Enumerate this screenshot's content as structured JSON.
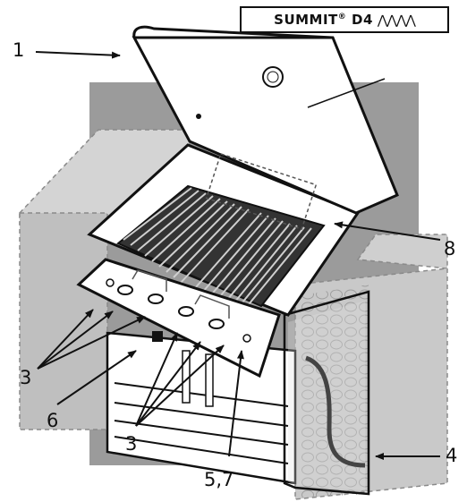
{
  "badge": {
    "brand": "SUMMIT",
    "registered": "®",
    "model": "D4",
    "flames": "⋀⋀⋀⋀",
    "flame_count": 4
  },
  "callouts": [
    {
      "id": "c1",
      "text": "1"
    },
    {
      "id": "c8",
      "text": "8"
    },
    {
      "id": "c3a",
      "text": "3"
    },
    {
      "id": "c6",
      "text": "6"
    },
    {
      "id": "c3b",
      "text": "3"
    },
    {
      "id": "c57",
      "text": "5,7"
    },
    {
      "id": "c4",
      "text": "4"
    }
  ]
}
